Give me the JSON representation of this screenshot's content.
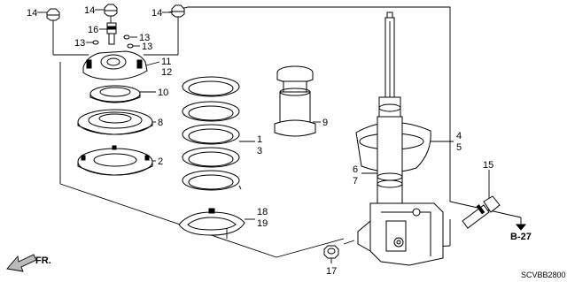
{
  "callouts": {
    "c1": "1",
    "c2": "2",
    "c3": "3",
    "c4": "4",
    "c5": "5",
    "c6": "6",
    "c7": "7",
    "c8": "8",
    "c9": "9",
    "c10": "10",
    "c11": "11",
    "c12": "12",
    "c13a": "13",
    "c13b": "13",
    "c13c": "13",
    "c14a": "14",
    "c14b": "14",
    "c14c": "14",
    "c15": "15",
    "c16": "16",
    "c17": "17",
    "c18": "18",
    "c19": "19"
  },
  "section_ref": "B-27",
  "direction_label": "FR.",
  "diagram_code": "SCVBB2800"
}
